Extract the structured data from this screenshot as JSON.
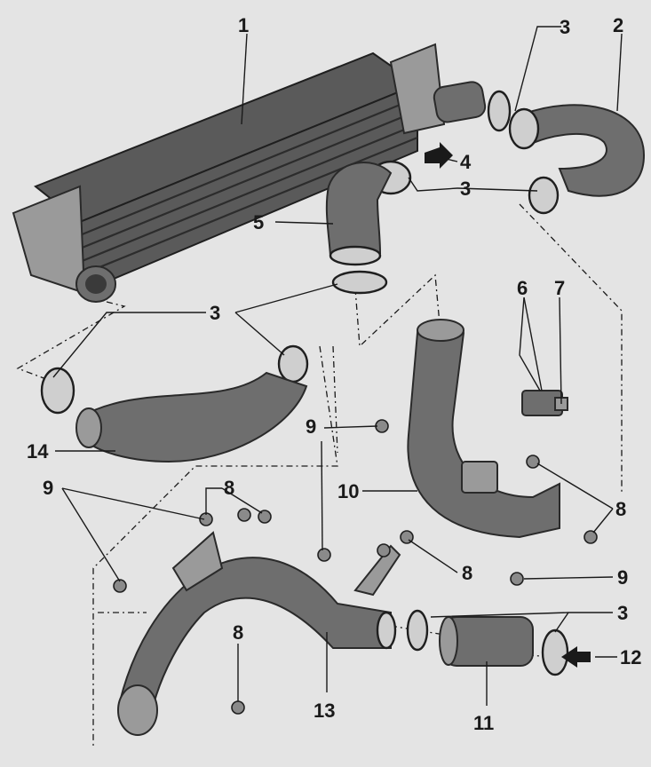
{
  "callouts": [
    {
      "id": "c1",
      "text": "1"
    },
    {
      "id": "c2",
      "text": "2"
    },
    {
      "id": "c3a",
      "text": "3"
    },
    {
      "id": "c4",
      "text": "4"
    },
    {
      "id": "c3b",
      "text": "3"
    },
    {
      "id": "c5",
      "text": "5"
    },
    {
      "id": "c6",
      "text": "6"
    },
    {
      "id": "c7",
      "text": "7"
    },
    {
      "id": "c3c",
      "text": "3"
    },
    {
      "id": "c9a",
      "text": "9"
    },
    {
      "id": "c14",
      "text": "14"
    },
    {
      "id": "c10",
      "text": "10"
    },
    {
      "id": "c8a",
      "text": "8"
    },
    {
      "id": "c9b",
      "text": "9"
    },
    {
      "id": "c8b",
      "text": "8"
    },
    {
      "id": "c8c",
      "text": "8"
    },
    {
      "id": "c9c",
      "text": "9"
    },
    {
      "id": "c3d",
      "text": "3"
    },
    {
      "id": "c12",
      "text": "12"
    },
    {
      "id": "c8d",
      "text": "8"
    },
    {
      "id": "c13",
      "text": "13"
    },
    {
      "id": "c11",
      "text": "11"
    }
  ],
  "colors": {
    "background": "#e4e4e4",
    "ink": "#1a1a1a",
    "part_dark": "#5a5a5a",
    "part_mid": "#6e6e6e",
    "part_light": "#cfcfcf"
  },
  "icons": {
    "flow_in": "arrow-left-icon",
    "flow_out": "arrow-right-icon"
  }
}
